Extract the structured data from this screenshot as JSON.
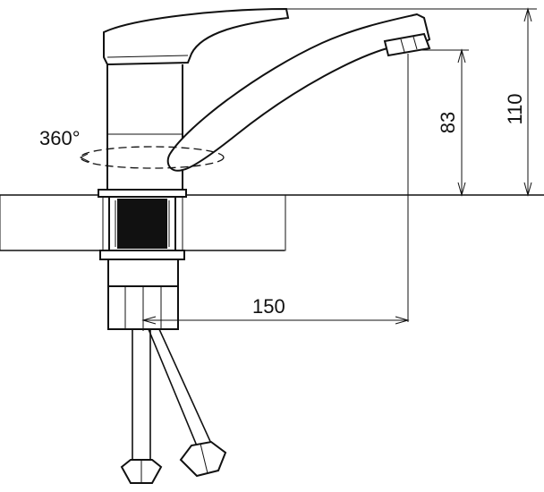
{
  "dimensions": {
    "rotation_label": "360°",
    "height_total": "110",
    "height_spout": "83",
    "reach": "150"
  },
  "colors": {
    "line": "#111111",
    "fill": "#ffffff",
    "thread": "#111111"
  }
}
